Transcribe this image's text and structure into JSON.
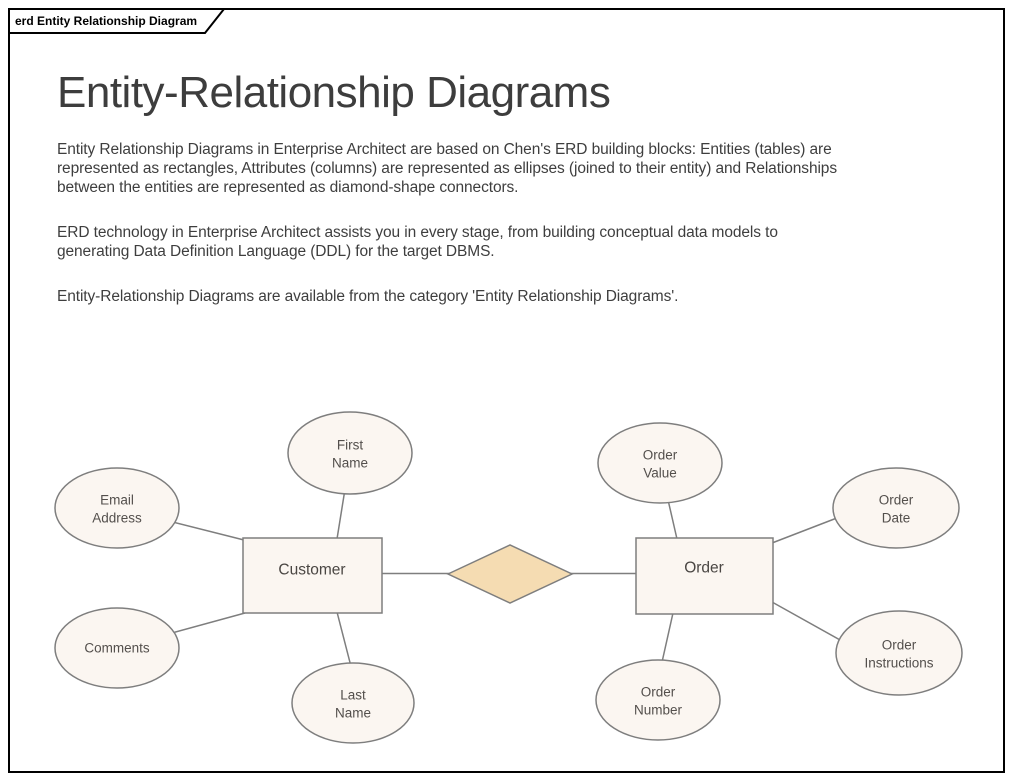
{
  "frame": {
    "tab_label": "erd Entity Relationship Diagram"
  },
  "article": {
    "title": "Entity-Relationship Diagrams",
    "paragraphs": [
      "Entity Relationship Diagrams in Enterprise Architect are based on Chen's ERD building blocks: Entities (tables) are represented as rectangles, Attributes (columns) are represented as ellipses (joined to their entity) and Relationships between the entities are represented as diamond-shape connectors.",
      "ERD technology in Enterprise Architect assists you in every stage, from building conceptual data models to generating Data Definition Language (DDL) for the target DBMS.",
      "Entity-Relationship Diagrams are available from the category 'Entity Relationship Diagrams'."
    ]
  },
  "diagram": {
    "entities": [
      {
        "id": "customer",
        "label": "Customer",
        "shape": "rectangle"
      },
      {
        "id": "order",
        "label": "Order",
        "shape": "rectangle"
      }
    ],
    "attributes": [
      {
        "id": "email-address",
        "label": "Email Address",
        "entity": "Customer",
        "shape": "ellipse"
      },
      {
        "id": "first-name",
        "label": "First Name",
        "entity": "Customer",
        "shape": "ellipse"
      },
      {
        "id": "comments",
        "label": "Comments",
        "entity": "Customer",
        "shape": "ellipse"
      },
      {
        "id": "last-name",
        "label": "Last Name",
        "entity": "Customer",
        "shape": "ellipse"
      },
      {
        "id": "order-value",
        "label": "Order Value",
        "entity": "Order",
        "shape": "ellipse"
      },
      {
        "id": "order-date",
        "label": "Order Date",
        "entity": "Order",
        "shape": "ellipse"
      },
      {
        "id": "order-number",
        "label": "Order Number",
        "entity": "Order",
        "shape": "ellipse"
      },
      {
        "id": "order-instructions",
        "label": "Order Instructions",
        "entity": "Order",
        "shape": "ellipse"
      }
    ],
    "relationship": {
      "shape": "diamond",
      "label": "",
      "between": [
        "Customer",
        "Order"
      ]
    },
    "colors": {
      "node_fill": "#FBF6F1",
      "node_stroke": "#7E7E7E",
      "connector": "#7E7E7E",
      "diamond_fill": "#F5DCB2",
      "frame_border": "#000000",
      "label_text": "#534F4C"
    }
  }
}
